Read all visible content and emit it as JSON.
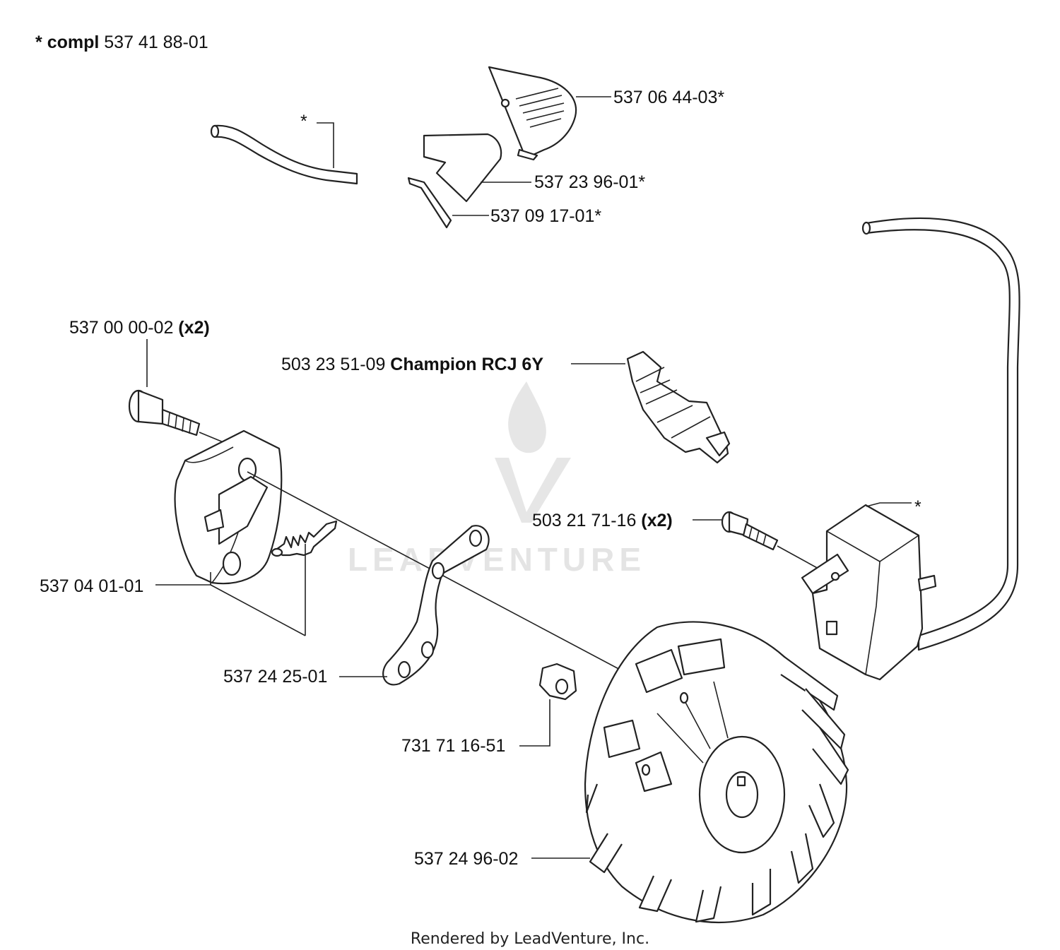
{
  "header": {
    "prefix": "* ",
    "bold": "compl",
    "number": " 537 41 88-01"
  },
  "callouts": [
    {
      "id": "53706",
      "number": "537 06 44-03*"
    },
    {
      "id": "53723",
      "number": "537 23 96-01*"
    },
    {
      "id": "53709",
      "number": "537 09 17-01*"
    },
    {
      "id": "hose",
      "number": "*"
    },
    {
      "id": "screw1",
      "number": "537 00 00-02 ",
      "extra": "(x2)"
    },
    {
      "id": "plug",
      "number": "503 23 51-09 ",
      "extra": "Champion RCJ 6Y"
    },
    {
      "id": "screw2",
      "number": "503 21 71-16 ",
      "extra": "(x2)"
    },
    {
      "id": "module",
      "number": "*"
    },
    {
      "id": "shoe",
      "number": "537 04 01-01"
    },
    {
      "id": "arm",
      "number": "537 24 25-01"
    },
    {
      "id": "nut",
      "number": "731 71 16-51"
    },
    {
      "id": "flywheel",
      "number": "537 24 96-02"
    }
  ],
  "watermark": "LEADVENTURE",
  "footer": "Rendered by LeadVenture, Inc."
}
